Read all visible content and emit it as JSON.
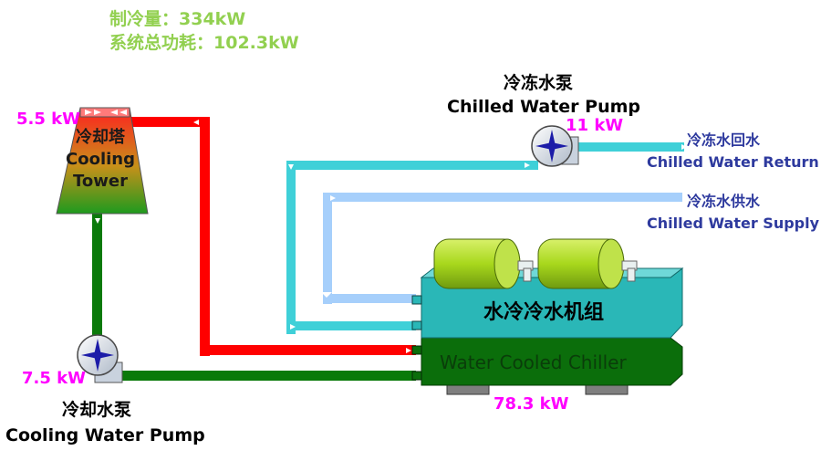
{
  "summary": {
    "cooling_capacity": "制冷量：334kW",
    "total_power": "系统总功耗：102.3kW"
  },
  "cooling_tower": {
    "name_cn": "冷却塔",
    "name_en_1": "Cooling",
    "name_en_2": "Tower",
    "power": "5.5 kW"
  },
  "chilled_water_pump": {
    "name_cn": "冷冻水泵",
    "name_en": "Chilled Water Pump",
    "power": "11 kW"
  },
  "cooling_water_pump": {
    "name_cn": "冷却水泵",
    "name_en": "Cooling Water Pump",
    "power": "7.5 kW"
  },
  "chilled_return": {
    "name_cn": "冷冻水回水",
    "name_en": "Chilled Water Return"
  },
  "chilled_supply": {
    "name_cn": "冷冻水供水",
    "name_en": "Chilled Water Supply"
  },
  "chiller": {
    "name_cn": "水冷冷水机组",
    "name_en": "Water Cooled Chiller",
    "power": "78.3 kW"
  },
  "colors": {
    "hot_cooling_water": "#ff0000",
    "cool_cooling_water": "#0a7a0a",
    "chilled_return": "#3fd0d8",
    "chilled_supply": "#a6cffb",
    "chiller_top": "#2ab7b7",
    "chiller_bottom": "#0b6e0b",
    "compressor": "#a8d81c",
    "value_text": "#ff00ff",
    "summary_text": "#92d050"
  },
  "icons": [
    "fan-icon",
    "pump-icon",
    "compressor-icon"
  ]
}
